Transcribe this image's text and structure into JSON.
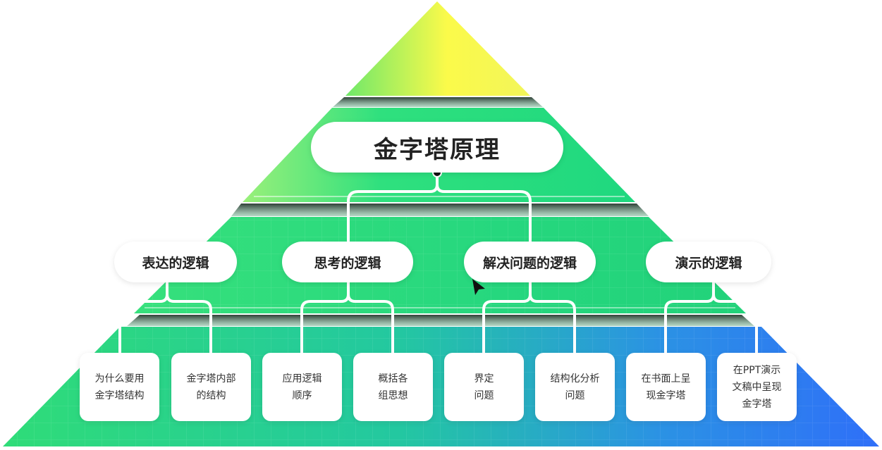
{
  "title": "金字塔原理",
  "middle": [
    {
      "label": "表达的逻辑"
    },
    {
      "label": "思考的逻辑"
    },
    {
      "label": "解决问题的逻辑"
    },
    {
      "label": "演示的逻辑"
    }
  ],
  "bottom": [
    {
      "label": "为什么要用\n金字塔结构"
    },
    {
      "label": "金字塔内部\n的结构"
    },
    {
      "label": "应用逻辑\n顺序"
    },
    {
      "label": "概括各\n组思想"
    },
    {
      "label": "界定\n问题"
    },
    {
      "label": "结构化分析\n问题"
    },
    {
      "label": "在书面上呈\n现金字塔"
    },
    {
      "label": "在PPT演示\n文稿中呈现\n金字塔"
    }
  ],
  "colors": {
    "top_yellow": "#f9f94a",
    "green": "#22dd7a",
    "blue": "#2f7cf6",
    "text": "#222222"
  }
}
